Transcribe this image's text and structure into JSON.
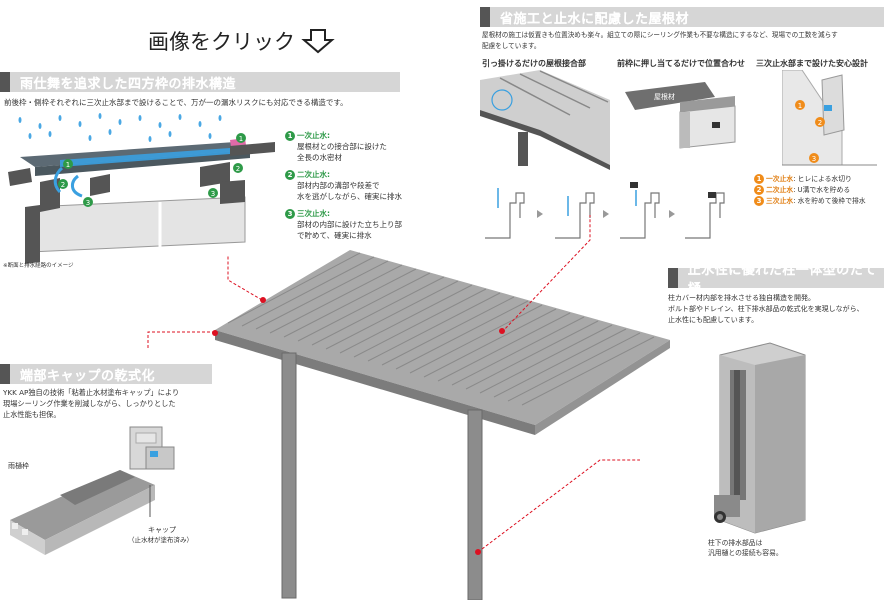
{
  "title": {
    "text": "画像をクリック"
  },
  "sec_gutter": {
    "heading": "雨仕舞を追求した四方枠の排水構造",
    "desc": "前後枠・側枠それぞれに三次止水部まで設けることで、万が一の漏水リスクにも対応できる構造です。",
    "note": "※断面と排水経路のイメージ",
    "points": [
      {
        "num": "1",
        "label": "一次止水:",
        "text1": "屋根材との接合部に設けた",
        "text2": "全長の水密材",
        "text3": ""
      },
      {
        "num": "2",
        "label": "二次止水:",
        "text1": "部材内部の溝部や段差で",
        "text2": "水を逃がしながら、確実に排水",
        "text3": ""
      },
      {
        "num": "3",
        "label": "三次止水:",
        "text1": "部材の内部に設けた立ち上り部",
        "text2": "で貯めて、確実に排水",
        "text3": ""
      }
    ]
  },
  "sec_roof": {
    "heading": "省施工と止水に配慮した屋根材",
    "desc1": "屋根材の施工は仮置きも位置決めも楽々。組立ての際にシーリング作業も不要な構造にするなど、現場での工数を減らす",
    "desc2": "配慮をしています。",
    "sub1": "引っ掛けるだけの屋根接合部",
    "sub2": "前枠に押し当てるだけで位置合わせ",
    "sub3": "三次止水部まで設けた安心設計",
    "roof_label": "屋根材",
    "points": [
      {
        "num": "1",
        "label": "一次止水",
        "text": ": ヒレによる水切り"
      },
      {
        "num": "2",
        "label": "二次止水",
        "text": ": U溝で水を貯める"
      },
      {
        "num": "3",
        "label": "三次止水",
        "text": ": 水を貯めて後枠で排水"
      }
    ]
  },
  "sec_post": {
    "heading": "止水性に優れた柱一体型のたて樋",
    "desc1": "柱カバー材内部を排水させる独自構造を開発。",
    "desc2": "ボルト部やドレイン、柱下排水部品の乾式化を実現しながら、",
    "desc3": "止水性にも配慮しています。",
    "caption1": "柱下の排水部品は",
    "caption2": "汎用樋との接続も容易。"
  },
  "sec_cap": {
    "heading": "端部キャップの乾式化",
    "desc1": "YKK AP独自の技術「粘着止水材塗布キャップ」により",
    "desc2": "現場シーリング作業を削減しながら、しっかりとした",
    "desc3": "止水性能も担保。",
    "label_frame": "雨樋枠",
    "label_cap1": "キャップ",
    "label_cap2": "（止水材が塗布済み）"
  },
  "colors": {
    "green": "#2e9a48",
    "orange": "#f08c1a",
    "water": "#3aa0e0",
    "header_bg": "#d6d6d6",
    "header_mark": "#555555"
  }
}
